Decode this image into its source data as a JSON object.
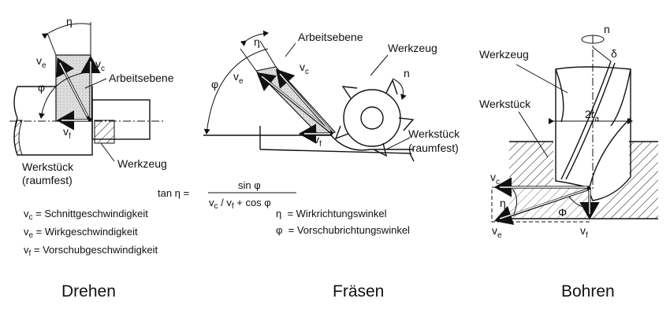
{
  "drehen": {
    "eta": "η",
    "phi": "φ",
    "ve": {
      "main": "v",
      "sub": "e"
    },
    "vc": {
      "main": "v",
      "sub": "c"
    },
    "vf": {
      "main": "v",
      "sub": "f"
    },
    "arbeitsebene": "Arbeitsebene",
    "werkzeug": "Werkzeug",
    "werkstueck": "Werkstück",
    "raumfest": "(raumfest)",
    "legend": [
      {
        "main": "v",
        "sub": "c",
        "text": " = Schnittgeschwindigkeit"
      },
      {
        "main": "v",
        "sub": "e",
        "text": " = Wirkgeschwindigkeit"
      },
      {
        "main": "v",
        "sub": "f",
        "text": " = Vorschubgeschwindigkeit"
      }
    ],
    "caption": "Drehen"
  },
  "fraesen": {
    "eta": "η",
    "phi": "φ",
    "ve": {
      "main": "v",
      "sub": "e"
    },
    "vc": {
      "main": "v",
      "sub": "c"
    },
    "vf": {
      "main": "v",
      "sub": "f"
    },
    "n": "n",
    "arbeitsebene": "Arbeitsebene",
    "werkzeug": "Werkzeug",
    "werkstueck": "Werkstück",
    "raumfest": "(raumfest)",
    "formula": {
      "lhs": "tan η =",
      "numerator": "sin φ",
      "denominator": {
        "v1": "v",
        "s1": "c",
        "mid": " / v",
        "s2": "f",
        "rest": " + cos φ"
      }
    },
    "legend": [
      "η  = Wirkrichtungswinkel",
      "φ  = Vorschubrichtungswinkel"
    ],
    "caption": "Fräsen"
  },
  "bohren": {
    "n": "n",
    "delta": "δ",
    "werkzeug": "Werkzeug",
    "werkstueck": "Werkstück",
    "diameter": {
      "main": "2r",
      "sub": "a"
    },
    "vc": {
      "main": "v",
      "sub": "c"
    },
    "eta": "η",
    "Phi": "Φ",
    "ve": {
      "main": "v",
      "sub": "e"
    },
    "vf": {
      "main": "v",
      "sub": "f"
    },
    "caption": "Bohren"
  }
}
